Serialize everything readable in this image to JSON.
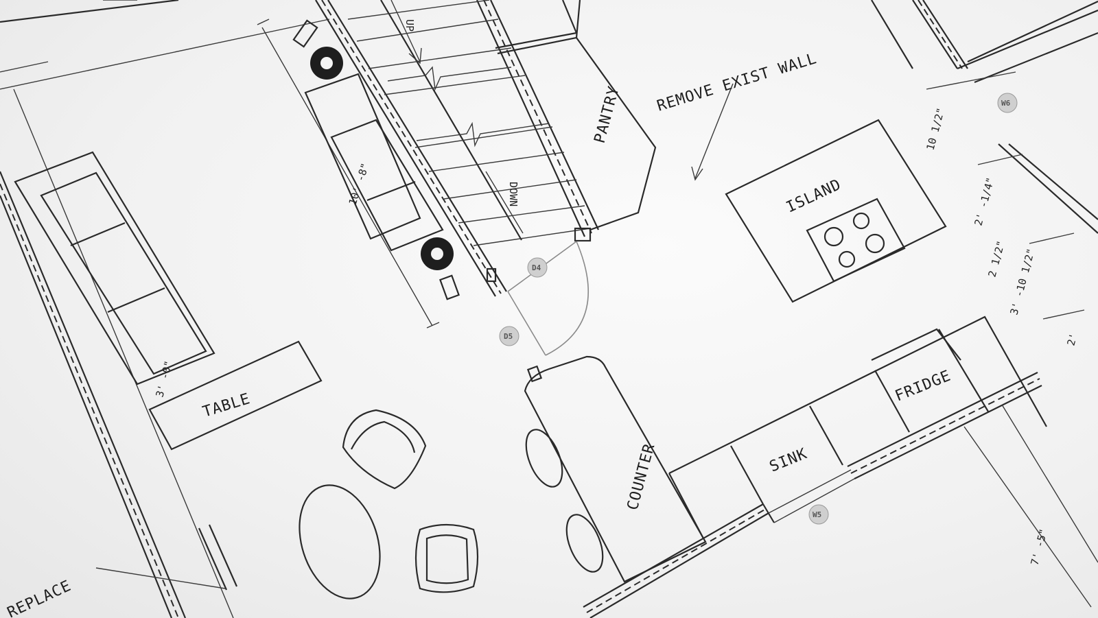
{
  "rooms": {
    "pantry": "PANTRY",
    "island": "ISLAND",
    "table": "TABLE",
    "counter": "COUNTER",
    "sink": "SINK",
    "fridge": "FRIDGE",
    "fireplace": "REPLACE"
  },
  "stairs": {
    "up": "UP",
    "down": "DOWN"
  },
  "notes": {
    "remove_wall": "REMOVE EXIST WALL"
  },
  "dimensions": {
    "stair_length": "10' -8\"",
    "sofa_dim": "3' -0\"",
    "right_1": "10 1/2\"",
    "right_2": "2' -1/4\"",
    "right_3": "2 1/2\"",
    "right_4": "3' -10 1/2\"",
    "right_5": "2'",
    "bottom_right": "7' -5\""
  },
  "tags": [
    "D4",
    "D5",
    "W5",
    "W6"
  ]
}
